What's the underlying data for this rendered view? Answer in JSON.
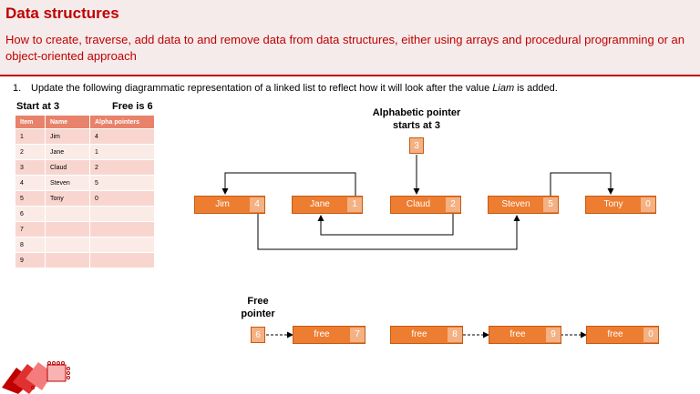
{
  "header": {
    "title": "Data structures",
    "subtitle": "How to create, traverse, add data to and remove data from data structures, either using arrays and procedural programming or an object-oriented approach"
  },
  "question": {
    "number": "1.",
    "text_before": "Update the following diagrammatic representation of a linked list to reflect how it will look after the value ",
    "highlight": "Liam",
    "text_after": " is added."
  },
  "table_info": {
    "start": "Start at 3",
    "free": "Free is 6"
  },
  "table": {
    "headers": [
      "Item",
      "Name",
      "Alpha pointers"
    ],
    "rows": [
      [
        "1",
        "Jim",
        "4"
      ],
      [
        "2",
        "Jane",
        "1"
      ],
      [
        "3",
        "Claud",
        "2"
      ],
      [
        "4",
        "Steven",
        "5"
      ],
      [
        "5",
        "Tony",
        "0"
      ],
      [
        "6",
        "",
        ""
      ],
      [
        "7",
        "",
        ""
      ],
      [
        "8",
        "",
        ""
      ],
      [
        "9",
        "",
        ""
      ]
    ]
  },
  "alpha_pointer": {
    "label_line1": "Alphabetic pointer",
    "label_line2": "starts at 3",
    "value": "3"
  },
  "nodes": [
    {
      "name": "Jim",
      "pointer": "4"
    },
    {
      "name": "Jane",
      "pointer": "1"
    },
    {
      "name": "Claud",
      "pointer": "2"
    },
    {
      "name": "Steven",
      "pointer": "5"
    },
    {
      "name": "Tony",
      "pointer": "0"
    }
  ],
  "free_pointer": {
    "label_line1": "Free",
    "label_line2": "pointer",
    "value": "6"
  },
  "free_nodes": [
    {
      "name": "free",
      "pointer": "7"
    },
    {
      "name": "free",
      "pointer": "8"
    },
    {
      "name": "free",
      "pointer": "9"
    },
    {
      "name": "free",
      "pointer": "0"
    }
  ],
  "colors": {
    "accent": "#c00000",
    "node": "#ed7d31",
    "node_pointer": "#f4b183",
    "table_header": "#e8826b"
  }
}
